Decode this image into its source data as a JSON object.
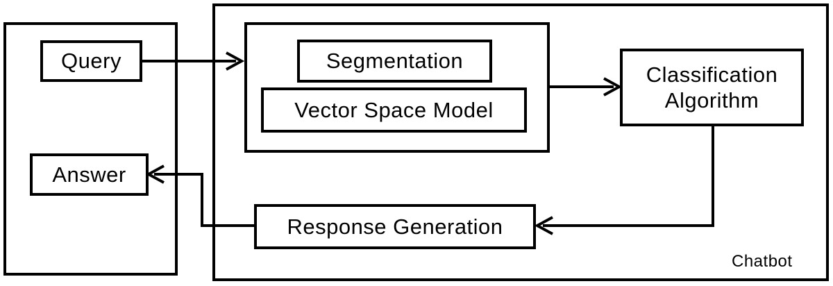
{
  "user_side": {
    "query_label": "Query",
    "answer_label": "Answer"
  },
  "chatbot": {
    "label": "Chatbot",
    "preprocessing": {
      "segmentation_label": "Segmentation",
      "vector_space_model_label": "Vector Space Model"
    },
    "classification_label": "Classification\nAlgorithm",
    "response_generation_label": "Response Generation"
  },
  "colors": {
    "stroke": "#000000",
    "background": "#ffffff"
  }
}
